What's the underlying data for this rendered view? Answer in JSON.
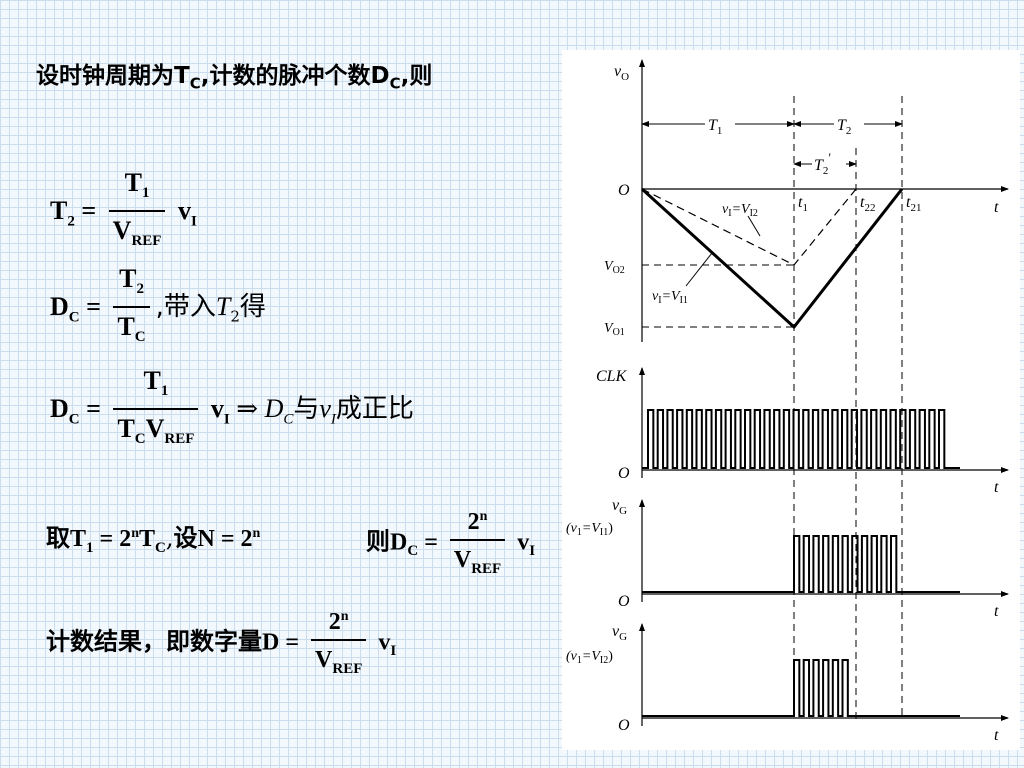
{
  "headline": {
    "prefix": "设时钟周期为T",
    "sub1": "C",
    "mid": ",计数的脉冲个数D",
    "sub2": "C",
    "suffix": ",则"
  },
  "eq1": {
    "lhs": "T",
    "lhs_sub": "2",
    "eq": "=",
    "num": "T",
    "num_sub": "1",
    "den": "V",
    "den_sub": "REF",
    "var": "v",
    "var_sub": "I"
  },
  "eq2": {
    "lhs": "D",
    "lhs_sub": "C",
    "eq": "=",
    "num": "T",
    "num_sub": "2",
    "den": "T",
    "den_sub": "C",
    "tail_text": ",带入",
    "tail_var": "T",
    "tail_var_sub": "2",
    "tail_end": "得"
  },
  "eq3": {
    "lhs": "D",
    "lhs_sub": "C",
    "eq": "=",
    "num": "T",
    "num_sub": "1",
    "den_a": "T",
    "den_a_sub": "C",
    "den_b": "V",
    "den_b_sub": "REF",
    "var": "v",
    "var_sub": "I",
    "implies": "⇒",
    "c_var": "D",
    "c_sub": "C",
    "c_mid": "与",
    "c_var2": "v",
    "c_sub2": "I",
    "c_end": "成正比"
  },
  "eq4": {
    "pre": "取",
    "t": "T",
    "t_sub": "1",
    "eq": "=",
    "two": "2",
    "two_sup": "n",
    "tc": "T",
    "tc_sub": "C",
    "comma": ",",
    "she": "设",
    "n": "N",
    "eq2": "=",
    "two2": "2",
    "two2_sup": "n"
  },
  "eq5": {
    "ze": "则",
    "lhs": "D",
    "lhs_sub": "C",
    "eq": "=",
    "num": "2",
    "num_sup": "n",
    "den": "V",
    "den_sub": "REF",
    "var": "v",
    "var_sub": "I"
  },
  "eq6": {
    "text": "计数结果，即数字量",
    "lhs": "D",
    "eq": "=",
    "num": "2",
    "num_sup": "n",
    "den": "V",
    "den_sub": "REF",
    "var": "v",
    "var_sub": "I"
  },
  "diagram": {
    "vo_label": "v",
    "vo_sub": "O",
    "origin": "O",
    "t": "t",
    "T1": "T",
    "T1_sub": "1",
    "T2": "T",
    "T2_sub": "2",
    "T2p": "T",
    "T2p_sub": "2",
    "T2p_prime": "′",
    "t1": "t",
    "t1_sub": "1",
    "t22": "t",
    "t22_sub": "22",
    "t21": "t",
    "t21_sub": "21",
    "ann_i2": "v",
    "ann_i2_sub": "I",
    "ann_i2_eq": "=V",
    "ann_i2_sub2": "I2",
    "ann_i1": "v",
    "ann_i1_sub": "I",
    "ann_i1_eq": "=V",
    "ann_i1_sub2": "I1",
    "vo2": "V",
    "vo2_sub": "O2",
    "vo1": "V",
    "vo1_sub": "O1",
    "clk": "CLK",
    "vg": "v",
    "vg_sub": "G",
    "cond1": "(v",
    "cond1_sub": "1",
    "cond1_eq": "=V",
    "cond1_sub2": "I1",
    "cond1_end": ")",
    "cond2": "(v",
    "cond2_sub": "1",
    "cond2_eq": "=V",
    "cond2_sub2": "I2",
    "cond2_end": ")"
  },
  "colors": {
    "grid": "#c9ddef",
    "background": "#f3f8fc",
    "ink": "#000000"
  }
}
